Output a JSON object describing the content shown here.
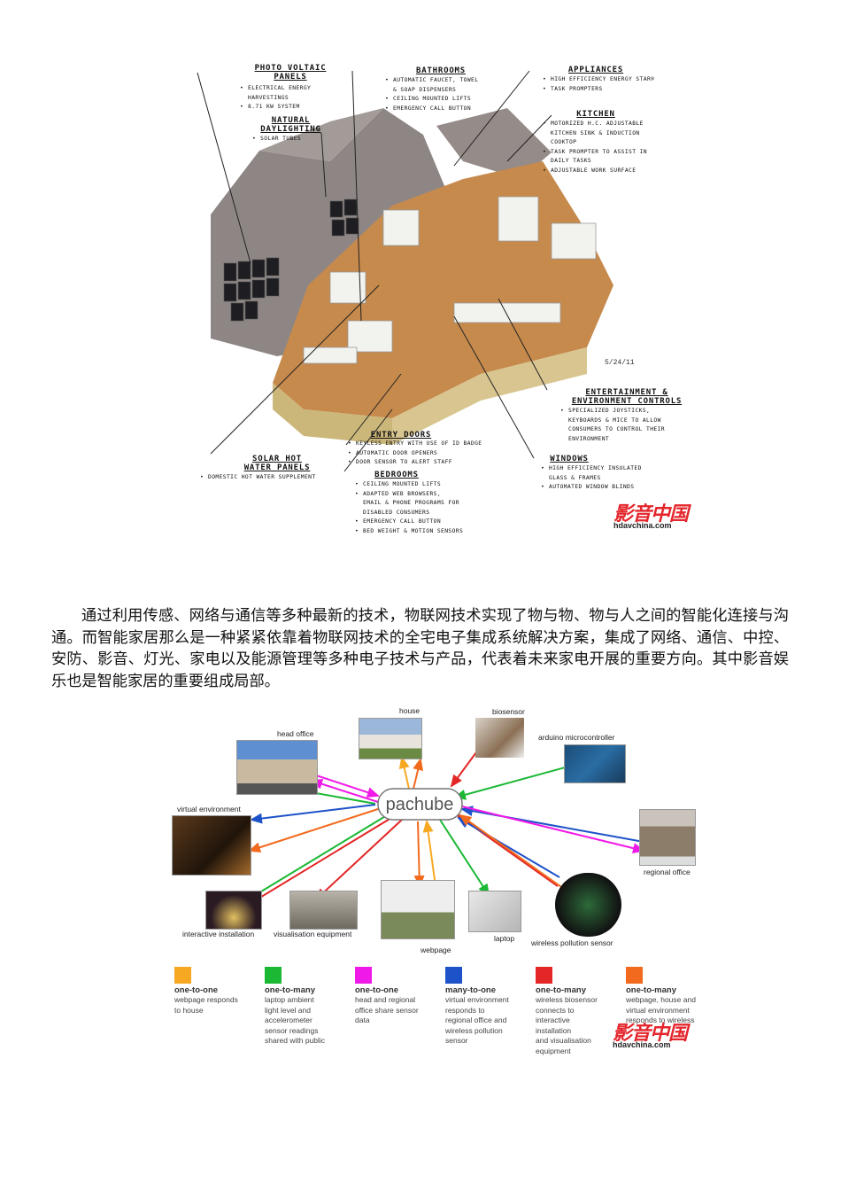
{
  "figure1": {
    "callouts": {
      "pv": {
        "title": "PHOTO VOLTAIC\nPANELS",
        "items": [
          "ELECTRICAL ENERGY\nHARVESTINGS",
          "8.71 KW SYSTEM"
        ]
      },
      "daylight": {
        "title": "NATURAL\nDAYLIGHTING",
        "items": [
          "SOLAR TUBES"
        ]
      },
      "bathrooms": {
        "title": "BATHROOMS",
        "items": [
          "AUTOMATIC FAUCET, TOWEL\n& SOAP DISPENSERS",
          "CEILING MOUNTED LIFTS",
          "EMERGENCY CALL BUTTON"
        ]
      },
      "appliances": {
        "title": "APPLIANCES",
        "items": [
          "HIGH EFFICIENCY ENERGY STAR®",
          "TASK PROMPTERS"
        ]
      },
      "kitchen": {
        "title": "KITCHEN",
        "items": [
          "MOTORIZED H.C. ADJUSTABLE\nKITCHEN SINK & INDUCTION\nCOOKTOP",
          "TASK PROMPTER TO ASSIST IN\nDAILY TASKS",
          "ADJUSTABLE WORK SURFACE"
        ]
      },
      "entertainment": {
        "title": "ENTERTAINMENT &\nENVIRONMENT CONTROLS",
        "items": [
          "SPECIALIZED JOYSTICKS,\nKEYBOARDS & MICE TO ALLOW\nCONSUMERS TO CONTROL THEIR\nENVIRONMENT"
        ]
      },
      "solar_hot": {
        "title": "SOLAR HOT\nWATER PANELS",
        "items": [
          "DOMESTIC HOT WATER SUPPLEMENT"
        ]
      },
      "entry": {
        "title": "ENTRY DOORS",
        "items": [
          "KEYLESS ENTRY WITH USE OF ID BADGE",
          "AUTOMATIC DOOR OPENERS",
          "DOOR SENSOR TO ALERT STAFF"
        ]
      },
      "bedrooms": {
        "title": "BEDROOMS",
        "items": [
          "CEILING MOUNTED LIFTS",
          "ADAPTED WEB BROWSERS,\nEMAIL & PHONE PROGRAMS FOR\nDISABLED CONSUMERS",
          "EMERGENCY CALL BUTTON",
          "BED WEIGHT & MOTION SENSORS"
        ]
      },
      "windows": {
        "title": "WINDOWS",
        "items": [
          "HIGH EFFICIENCY INSULATED\nGLASS & FRAMES",
          "AUTOMATED WINDOW BLINDS"
        ]
      }
    },
    "date": "5/24/11",
    "watermark_cn": "影音中国",
    "watermark_en": "hdavchina.com"
  },
  "paragraph": "通过利用传感、网络与通信等多种最新的技术，物联网技术实现了物与物、物与人之间的智能化连接与沟通。而智能家居那么是一种紧紧依靠着物联网技术的全宅电子集成系统解决方案，集成了网络、通信、中控、安防、影音、灯光、家电以及能源管理等多种电子技术与产品，代表着未来家电开展的重要方向。其中影音娱乐也是智能家居的重要组成局部。",
  "figure2": {
    "hub": "pachube",
    "nodes": {
      "house": "house",
      "biosensor": "biosensor",
      "arduino": "arduino microcontroller",
      "head_office": "head office",
      "virtual_env": "virtual environment",
      "regional_office": "regional office",
      "interactive": "interactive installation",
      "visualisation": "visualisation equipment",
      "webpage": "webpage",
      "laptop": "laptop",
      "pollution": "wireless pollution sensor"
    },
    "legend": [
      {
        "color": "#f7a823",
        "title": "one-to-one",
        "desc": "webpage responds\nto house"
      },
      {
        "color": "#1bb834",
        "title": "one-to-many",
        "desc": "laptop ambient\nlight level and\naccelerometer\nsensor readings\nshared with public"
      },
      {
        "color": "#f01ae8",
        "title": "one-to-one",
        "desc": "head and regional\noffice share sensor\ndata"
      },
      {
        "color": "#1e52c9",
        "title": "many-to-one",
        "desc": "virtual environment\nresponds to\nregional office and\nwireless pollution\nsensor"
      },
      {
        "color": "#e32626",
        "title": "one-to-many",
        "desc": "wireless biosensor\nconnects to\ninteractive\ninstallation\nand visualisation\nequipment"
      },
      {
        "color": "#f26a1e",
        "title": "one-to-many",
        "desc": "webpage, house and\nvirtual environment\nresponds to wireless"
      }
    ],
    "watermark_cn": "影音中国",
    "watermark_en": "hdavchina.com"
  }
}
